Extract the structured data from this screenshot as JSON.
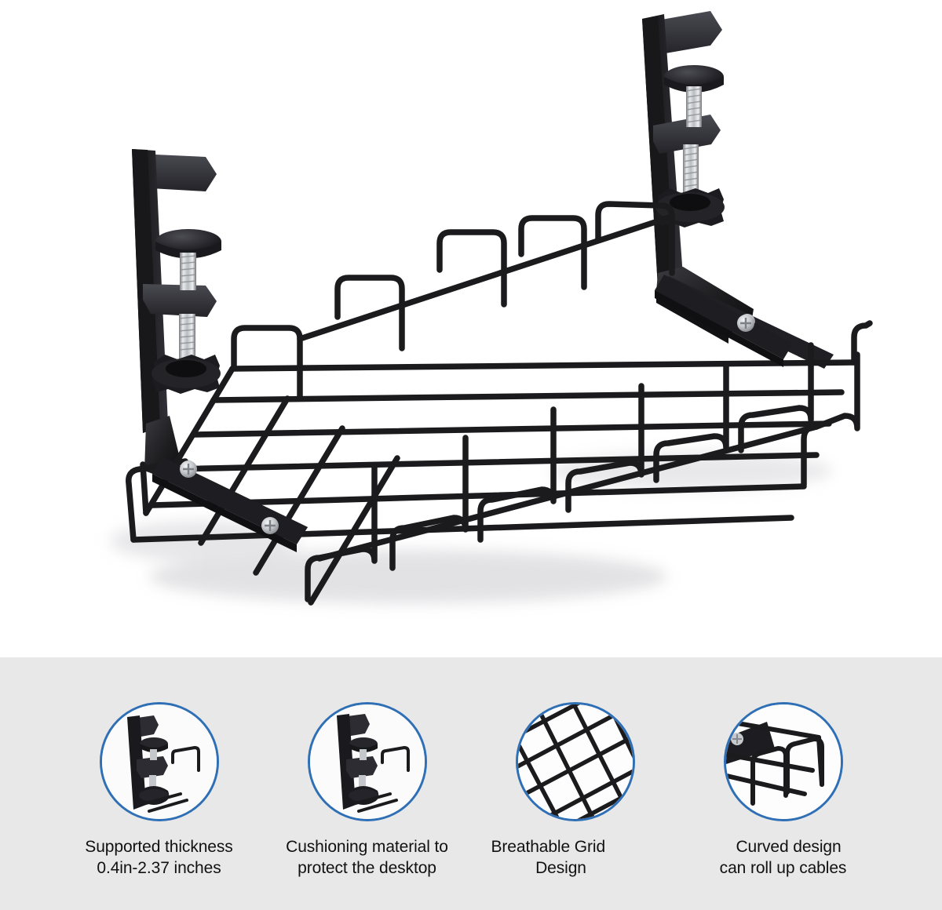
{
  "product": {
    "name": "under-desk-cable-management-tray",
    "description": "Black wire mesh cable management tray with two adjustable desk C-clamps",
    "colors": {
      "metal_black": "#1b1b1d",
      "metal_black_light": "#34343a",
      "screw_silver": "#c8cacd",
      "screw_silver_dark": "#8d9095",
      "accent_blue": "#2f6fb5",
      "hero_background": "#ffffff",
      "strip_background": "#e8e8e8",
      "thumb_background": "#fbfbfb",
      "caption_text": "#111111"
    }
  },
  "hero": {
    "background": "#ffffff",
    "parts": [
      {
        "name": "left-clamp",
        "label": "Left desk clamp"
      },
      {
        "name": "right-clamp",
        "label": "Right desk clamp"
      },
      {
        "name": "wire-basket",
        "label": "Wire mesh basket"
      },
      {
        "name": "mounting-bracket-left",
        "label": "Left mounting bracket with two screws"
      },
      {
        "name": "mounting-bracket-right",
        "label": "Right mounting bracket with two screws"
      }
    ]
  },
  "features": [
    {
      "id": "supported-thickness",
      "icon": "clamp-icon",
      "line1": "Supported thickness",
      "line2": "0.4in-2.37 inches"
    },
    {
      "id": "cushioning-material",
      "icon": "clamp-pad-icon",
      "line1": "Cushioning material to",
      "line2": "protect the desktop"
    },
    {
      "id": "breathable-grid",
      "icon": "grid-mesh-icon",
      "line1": "Breathable Grid",
      "line2": "Design"
    },
    {
      "id": "curved-design",
      "icon": "curved-wire-icon",
      "line1": "Curved design",
      "line2": "can roll up cables"
    }
  ]
}
